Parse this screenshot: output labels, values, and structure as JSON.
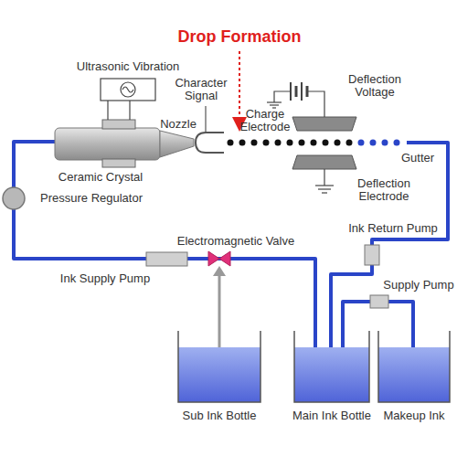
{
  "diagram": {
    "labels": [
      "Drop Formation",
      "Ultrasonic Vibration",
      "Character Signal",
      "Charge Electrode",
      "Deflection Voltage",
      "Ceramic Crystal",
      "Nozzle",
      "Gutter",
      "Deflection Electrode",
      "Pressure Regulator",
      "Ink Return Pump",
      "Electromagnetic Valve",
      "Supply Pump",
      "Ink Supply Pump",
      "Sub Ink Bottle",
      "Main Ink Bottle",
      "Makeup Ink"
    ]
  }
}
